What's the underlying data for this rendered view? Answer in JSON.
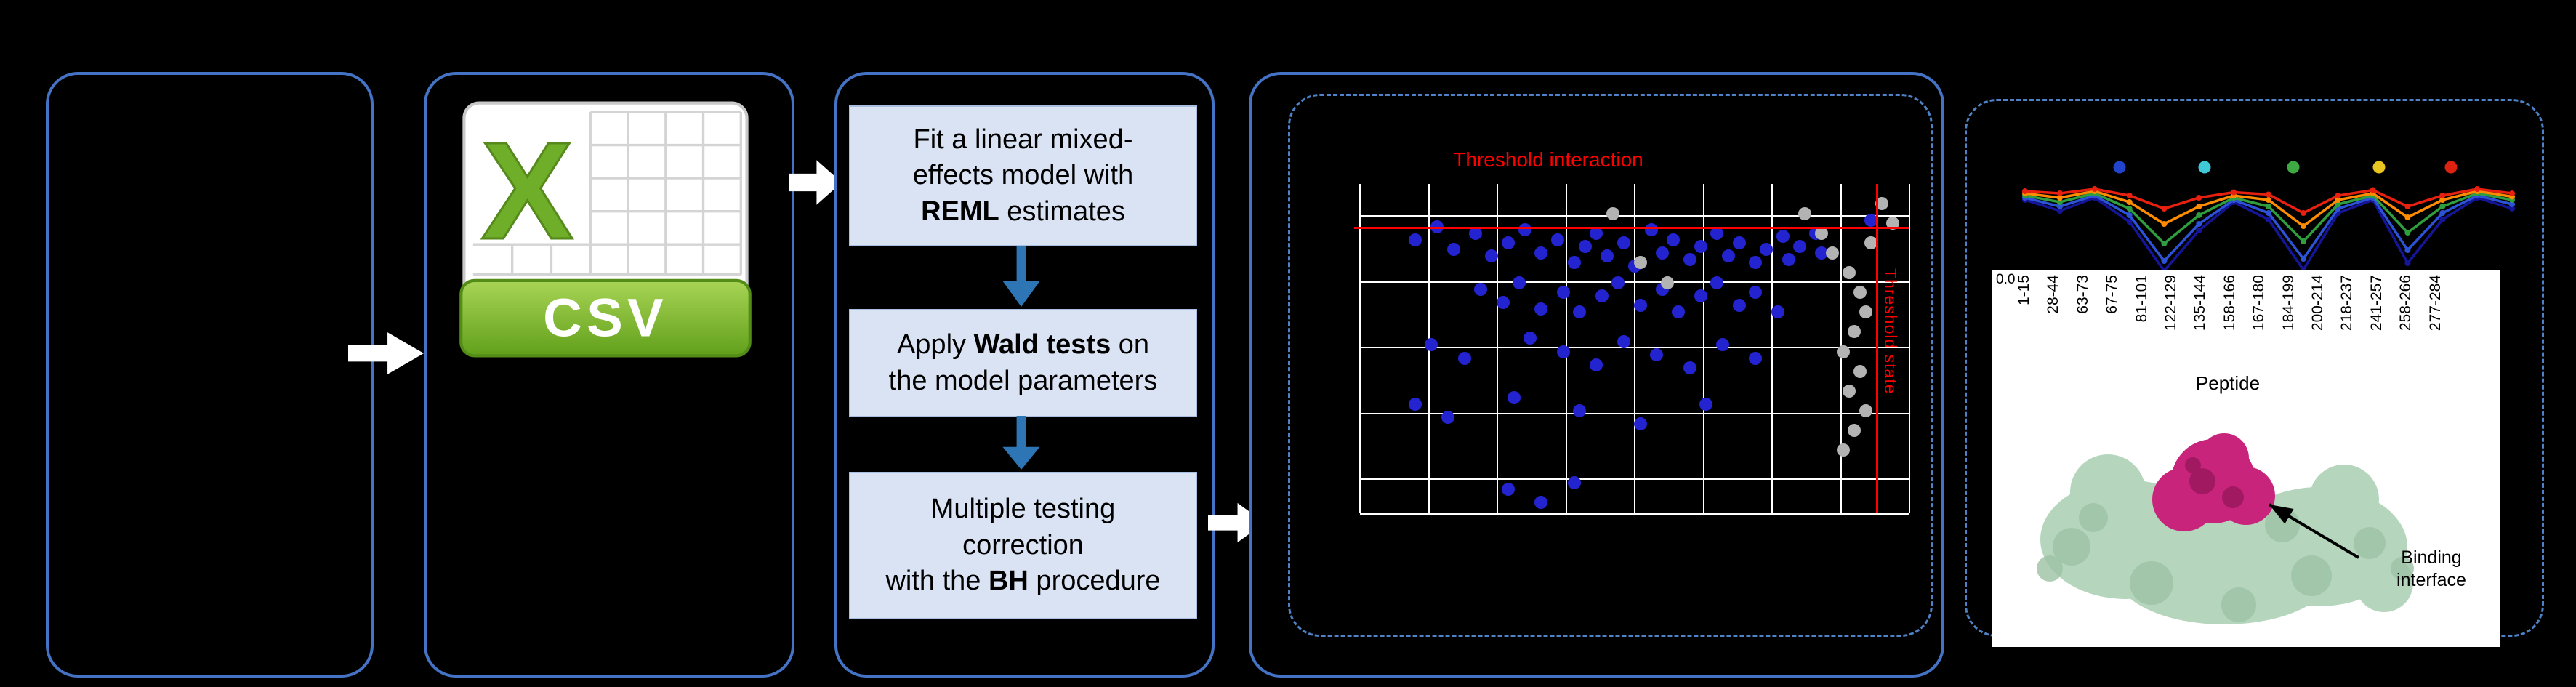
{
  "panels": {
    "input": {},
    "csv_file": {
      "x_letter": "X",
      "format_label": "CSV"
    },
    "pipeline": {
      "steps": [
        {
          "lines": [
            [
              {
                "t": "Fit a linear mixed-"
              }
            ],
            [
              {
                "t": "effects model with"
              }
            ],
            [
              {
                "t": "REML",
                "b": true
              },
              {
                "t": " estimates"
              }
            ]
          ]
        },
        {
          "lines": [
            [
              {
                "t": "Apply "
              },
              {
                "t": "Wald tests",
                "b": true
              },
              {
                "t": " on"
              }
            ],
            [
              {
                "t": "the model parameters"
              }
            ]
          ]
        },
        {
          "lines": [
            [
              {
                "t": "Multiple testing"
              }
            ],
            [
              {
                "t": "correction"
              }
            ],
            [
              {
                "t": "with the "
              },
              {
                "t": "BH",
                "b": true
              },
              {
                "t": " procedure"
              }
            ]
          ]
        }
      ]
    },
    "profiles": {
      "binding_label_line1": "Binding",
      "binding_label_line2": "interface"
    }
  },
  "colors": {
    "panel_border": "#4472c4",
    "dashed_border": "#4f81c7",
    "step_box_fill": "#dae3f3",
    "threshold_red": "#ff0000",
    "scatter_blue": "#2323cf",
    "scatter_grey": "#b3b3b3",
    "csv_green": "#6fae28",
    "protein_green": "#b5d6bc",
    "protein_magenta": "#c9247c"
  },
  "chart_data": [
    {
      "type": "scatter",
      "title": "Threshold interaction",
      "right_axis_label": "Threshold state",
      "grid": true,
      "background": "black",
      "points_units": "percent of plot area, y increases downward",
      "threshold_lines": {
        "horizontal_y_pct": 13.1,
        "vertical_x_pct": 93.9,
        "color": "#ff0000"
      },
      "series": [
        {
          "name": "blue-points",
          "color": "#2323cf",
          "points": [
            [
              10,
              17
            ],
            [
              14,
              13
            ],
            [
              17,
              20
            ],
            [
              21,
              15
            ],
            [
              24,
              22
            ],
            [
              27,
              18
            ],
            [
              30,
              14
            ],
            [
              33,
              21
            ],
            [
              36,
              17
            ],
            [
              39,
              24
            ],
            [
              41,
              19
            ],
            [
              43,
              15
            ],
            [
              45,
              22
            ],
            [
              48,
              18
            ],
            [
              50,
              25
            ],
            [
              53,
              14
            ],
            [
              55,
              21
            ],
            [
              57,
              17
            ],
            [
              60,
              23
            ],
            [
              62,
              19
            ],
            [
              65,
              15
            ],
            [
              67,
              22
            ],
            [
              69,
              18
            ],
            [
              72,
              24
            ],
            [
              74,
              20
            ],
            [
              77,
              16
            ],
            [
              78,
              23
            ],
            [
              80,
              19
            ],
            [
              83,
              15
            ],
            [
              84,
              21
            ],
            [
              93,
              11
            ],
            [
              22,
              32
            ],
            [
              26,
              36
            ],
            [
              29,
              30
            ],
            [
              33,
              38
            ],
            [
              37,
              33
            ],
            [
              40,
              39
            ],
            [
              44,
              34
            ],
            [
              47,
              30
            ],
            [
              51,
              37
            ],
            [
              55,
              32
            ],
            [
              58,
              39
            ],
            [
              62,
              34
            ],
            [
              65,
              30
            ],
            [
              69,
              37
            ],
            [
              72,
              33
            ],
            [
              76,
              39
            ],
            [
              13,
              49
            ],
            [
              19,
              53
            ],
            [
              31,
              47
            ],
            [
              37,
              51
            ],
            [
              43,
              55
            ],
            [
              48,
              48
            ],
            [
              54,
              52
            ],
            [
              60,
              56
            ],
            [
              66,
              49
            ],
            [
              72,
              53
            ],
            [
              10,
              67
            ],
            [
              16,
              71
            ],
            [
              28,
              65
            ],
            [
              40,
              69
            ],
            [
              51,
              73
            ],
            [
              63,
              67
            ],
            [
              27,
              93
            ],
            [
              33,
              97
            ],
            [
              39,
              91
            ]
          ]
        },
        {
          "name": "grey-points",
          "color": "#b3b3b3",
          "points": [
            [
              81,
              9
            ],
            [
              84,
              15
            ],
            [
              86,
              21
            ],
            [
              89,
              27
            ],
            [
              91,
              33
            ],
            [
              92,
              39
            ],
            [
              90,
              45
            ],
            [
              88,
              51
            ],
            [
              91,
              57
            ],
            [
              89,
              63
            ],
            [
              92,
              69
            ],
            [
              90,
              75
            ],
            [
              88,
              81
            ],
            [
              51,
              24
            ],
            [
              56,
              30
            ],
            [
              46,
              9
            ],
            [
              95,
              6
            ],
            [
              97,
              12
            ],
            [
              93,
              18
            ]
          ]
        }
      ]
    },
    {
      "type": "line",
      "categories": [
        "1-15",
        "28-44",
        "63-73",
        "67-75",
        "81-101",
        "122-129",
        "135-144",
        "158-166",
        "167-180",
        "184-199",
        "200-214",
        "218-237",
        "241-257",
        "258-266",
        "277-284"
      ],
      "xlabel": "Peptide",
      "first_ytick": "0.0",
      "ylim": [
        0,
        1
      ],
      "legend_position": "top",
      "legend_dot_colors": [
        "#2244cc",
        "#3fc8d8",
        "#3faa44",
        "#e8c520",
        "#dd2211"
      ],
      "series": [
        {
          "name": "navy",
          "color": "#15159a",
          "values": [
            0.7,
            0.6,
            0.72,
            0.5,
            0.05,
            0.42,
            0.68,
            0.52,
            0.06,
            0.58,
            0.7,
            0.12,
            0.52,
            0.72,
            0.62
          ]
        },
        {
          "name": "blue",
          "color": "#2c52d8",
          "values": [
            0.72,
            0.64,
            0.74,
            0.56,
            0.14,
            0.48,
            0.7,
            0.58,
            0.16,
            0.62,
            0.72,
            0.24,
            0.58,
            0.74,
            0.66
          ]
        },
        {
          "name": "green",
          "color": "#2f9e3f",
          "values": [
            0.74,
            0.68,
            0.76,
            0.62,
            0.3,
            0.56,
            0.72,
            0.64,
            0.32,
            0.66,
            0.74,
            0.4,
            0.64,
            0.76,
            0.7
          ]
        },
        {
          "name": "orange",
          "color": "#ff8c00",
          "values": [
            0.76,
            0.72,
            0.78,
            0.68,
            0.48,
            0.64,
            0.74,
            0.7,
            0.46,
            0.7,
            0.76,
            0.54,
            0.7,
            0.78,
            0.73
          ]
        },
        {
          "name": "red",
          "color": "#e82010",
          "values": [
            0.78,
            0.76,
            0.8,
            0.74,
            0.62,
            0.72,
            0.77,
            0.75,
            0.58,
            0.74,
            0.79,
            0.64,
            0.74,
            0.8,
            0.76
          ]
        }
      ]
    }
  ]
}
